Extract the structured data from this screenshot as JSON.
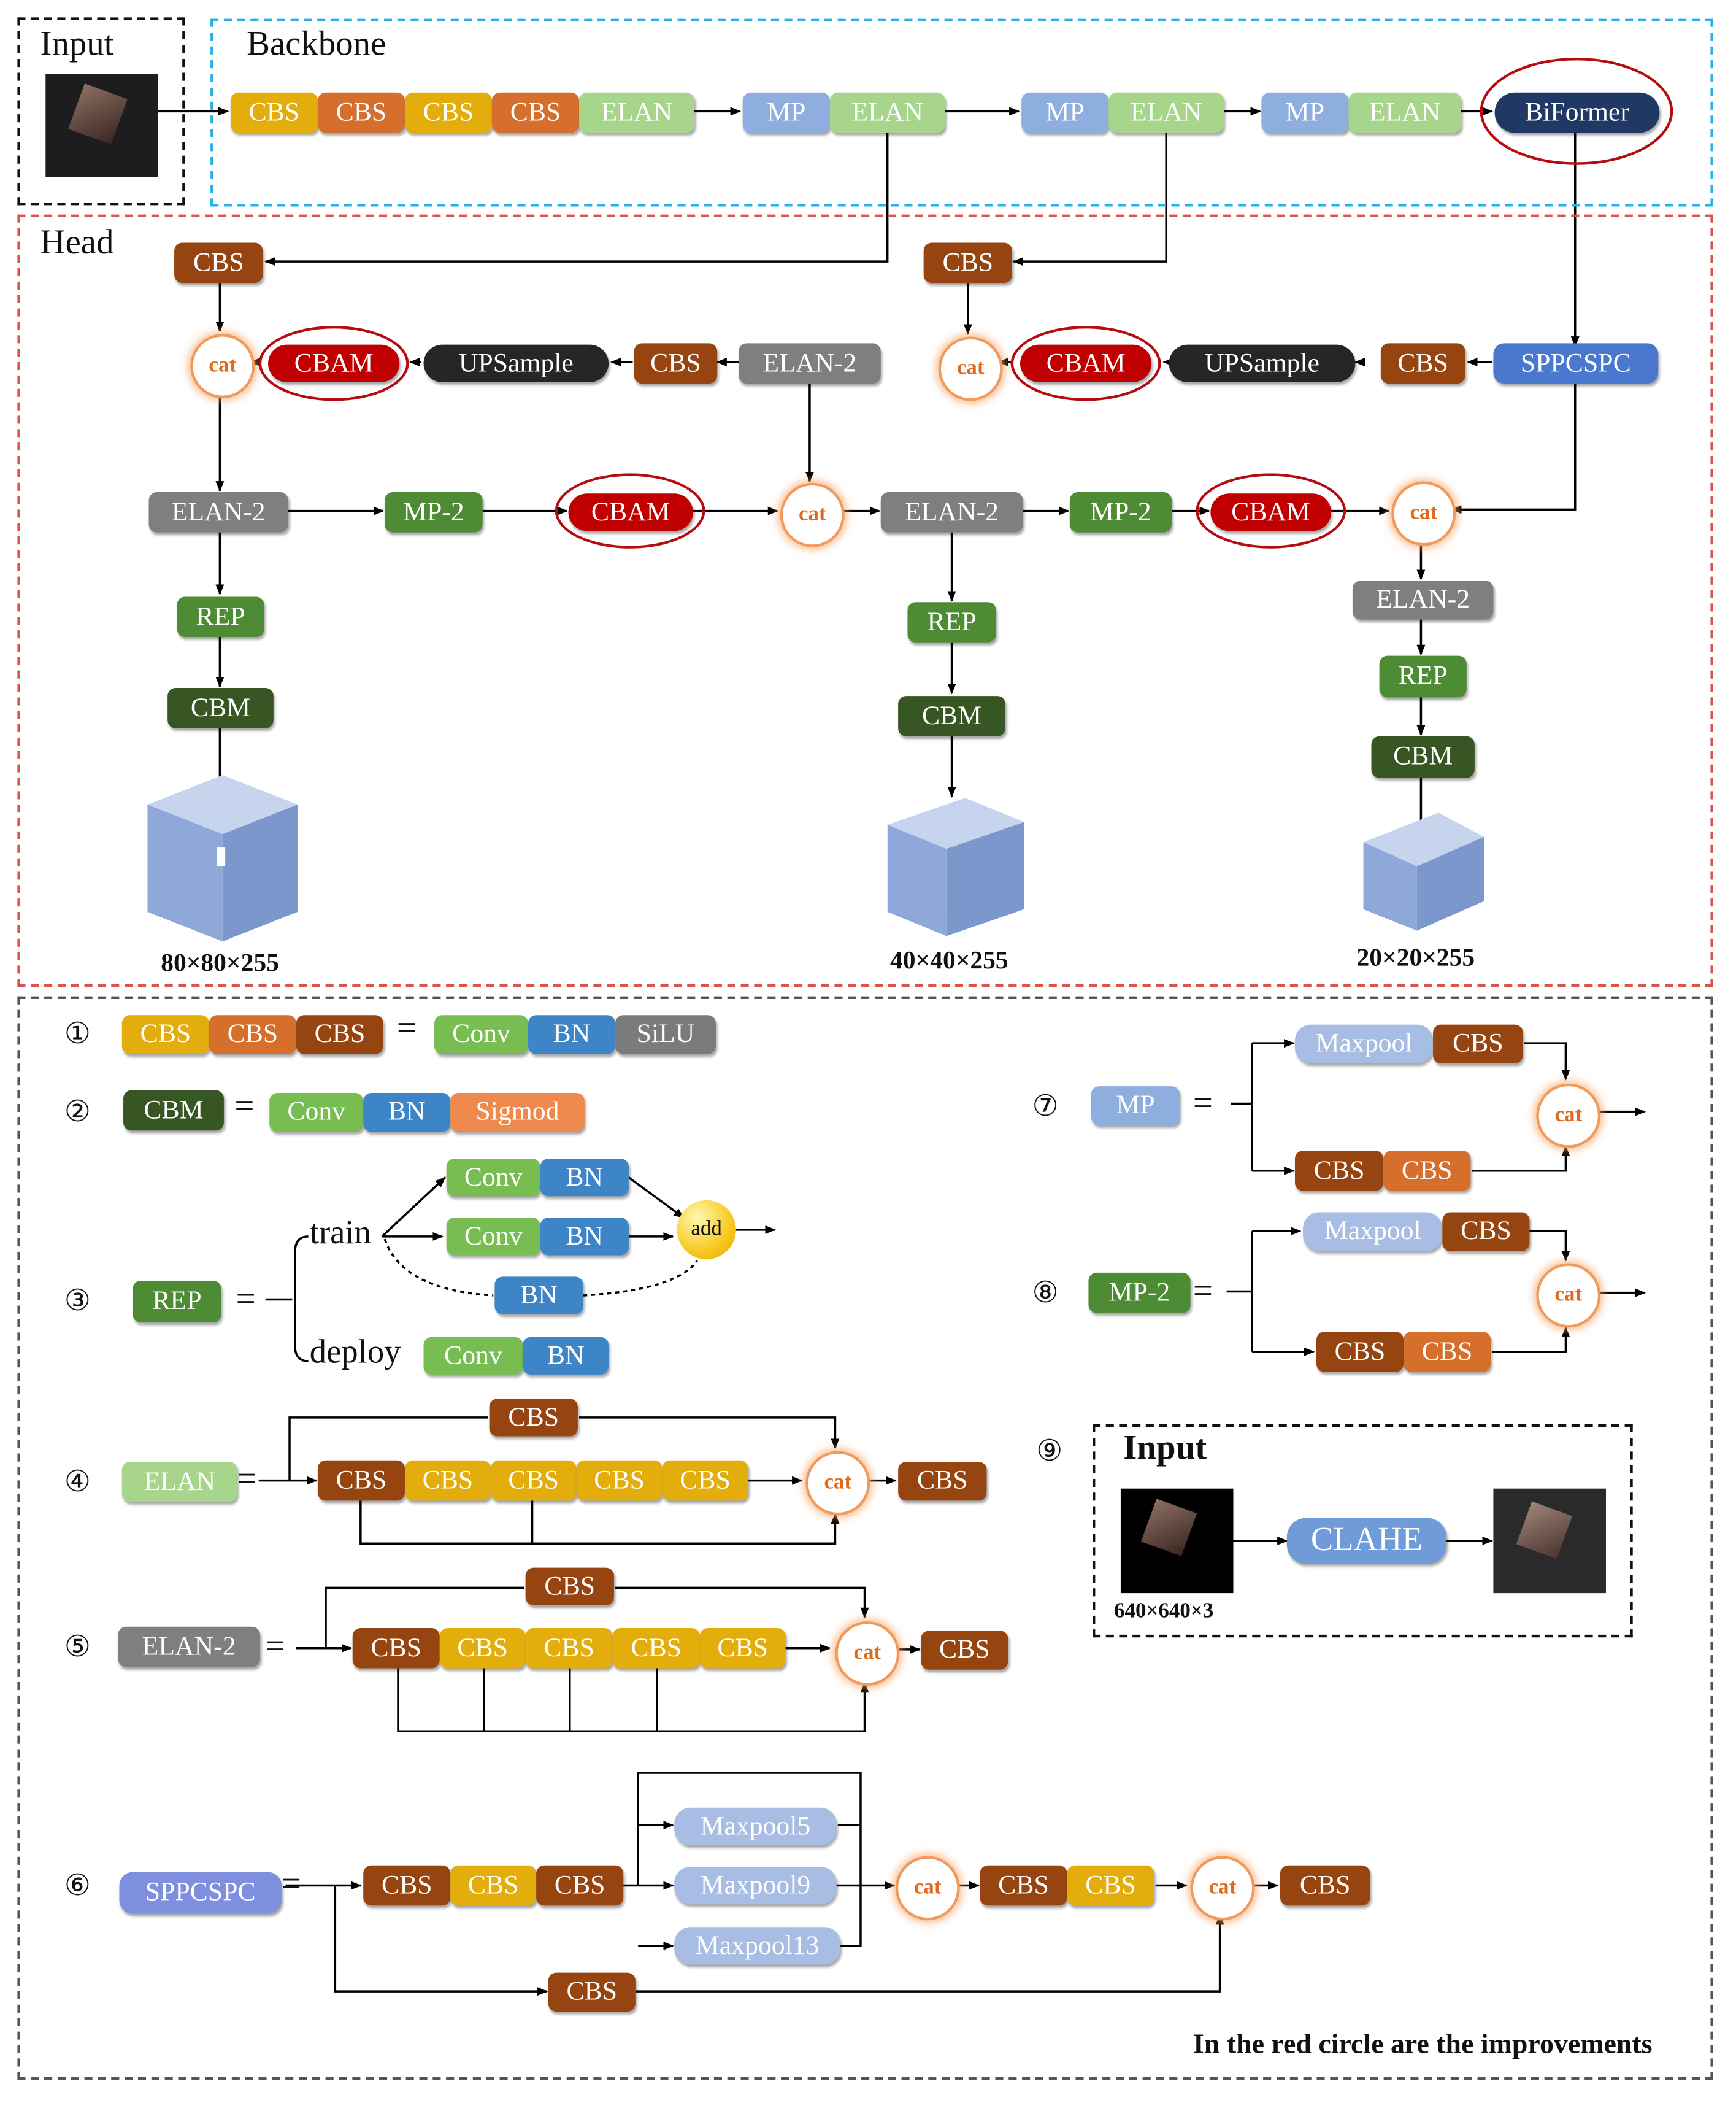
{
  "colors": {
    "yellow": "#e3ad0c",
    "orange": "#d66f2b",
    "brown": "#964510",
    "green_light": "#a7d58b",
    "lavender": "#8eaee0",
    "navy": "#1f3864",
    "grey": "#7f7f7f",
    "red": "#c00000",
    "black": "#262626",
    "blue": "#4a78cf",
    "green": "#4e8b35",
    "dark_green": "#375623",
    "pale_blue": "#a8bde3",
    "purple": "#7f8fe0",
    "conv": "#77bd52",
    "bn": "#3e85c8",
    "silu": "#7b7b7b",
    "sigmod": "#ef8a4e",
    "clahe": "#6f9bd8",
    "backbone_frame": "#29b0e8",
    "head_frame": "#d9534f",
    "cat_ring": "#f29a5c"
  },
  "sections": {
    "input": "Input",
    "backbone": "Backbone",
    "head": "Head"
  },
  "labels": {
    "cbs": "CBS",
    "cbm": "CBM",
    "elan": "ELAN",
    "elan2": "ELAN-2",
    "mp": "MP",
    "mp2": "MP-2",
    "rep": "REP",
    "cbam": "CBAM",
    "upsample": "UPSample",
    "sppcspc": "SPPCSPC",
    "biformer": "BiFormer",
    "cat": "cat",
    "add": "add",
    "conv": "Conv",
    "bn": "BN",
    "silu": "SiLU",
    "sigmod": "Sigmod",
    "maxpool": "Maxpool",
    "maxpool5": "Maxpool5",
    "maxpool9": "Maxpool9",
    "maxpool13": "Maxpool13",
    "clahe": "CLAHE",
    "train": "train",
    "deploy": "deploy",
    "eq": "="
  },
  "outputs": [
    "80×80×255",
    "40×40×255",
    "20×20×255"
  ],
  "legend": {
    "numbers": [
      "①",
      "②",
      "③",
      "④",
      "⑤",
      "⑥",
      "⑦",
      "⑧",
      "⑨"
    ],
    "input_title": "Input",
    "input_size": "640×640×3",
    "footnote": "In the red circle are the improvements"
  },
  "icons": [
    "input-image-icon",
    "output-cube-icon",
    "clahe-output-image-icon"
  ]
}
